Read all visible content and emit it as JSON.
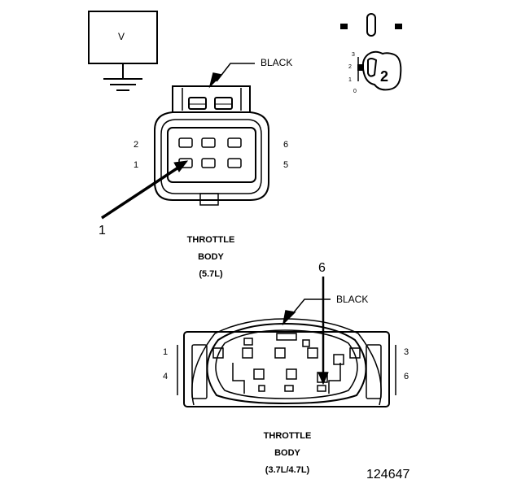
{
  "voltmeter": {
    "symbol": "V"
  },
  "ignition_key": {
    "positions": [
      "3",
      "2",
      "1",
      "0"
    ],
    "setting": "2"
  },
  "connector_57": {
    "color_label": "BLACK",
    "pin_labels": {
      "left_top": "2",
      "left_bottom": "1",
      "right_top": "6",
      "right_bottom": "5"
    },
    "probe_pin": "1",
    "caption": [
      "THROTTLE",
      "BODY",
      "(5.7L)"
    ]
  },
  "connector_3747": {
    "color_label": "BLACK",
    "probe_pin": "6",
    "pin_labels": {
      "left_top": "1",
      "left_bottom": "4",
      "right_top": "3",
      "right_bottom": "6"
    },
    "caption": [
      "THROTTLE",
      "BODY",
      "(3.7L/4.7L)"
    ]
  },
  "figure_id": "124647"
}
